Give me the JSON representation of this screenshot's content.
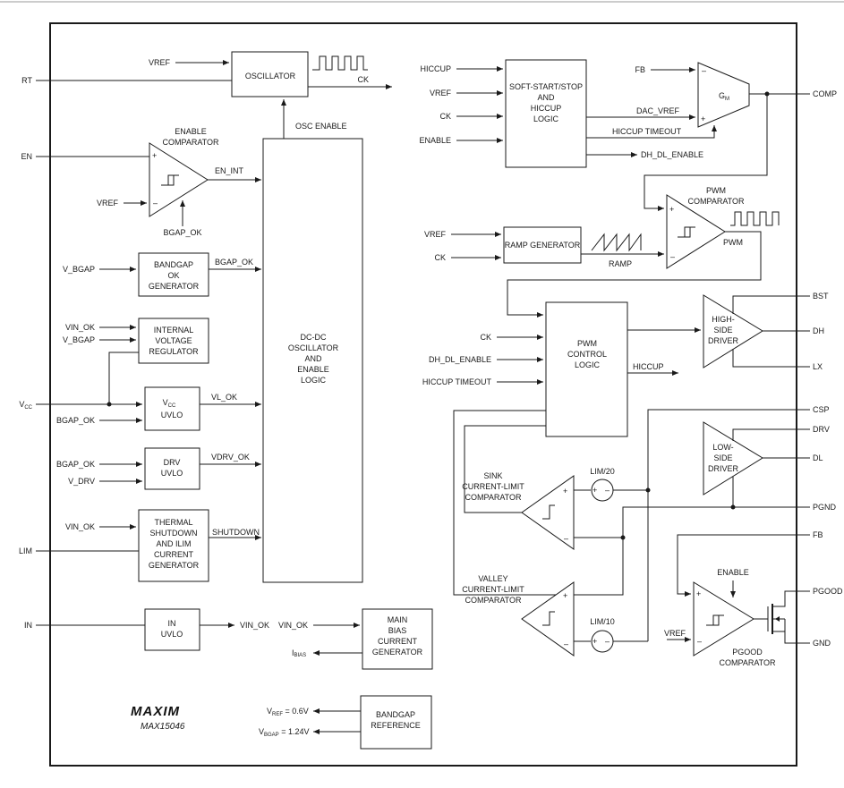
{
  "pins": {
    "left": {
      "rt": "RT",
      "en": "EN",
      "vcc": "V",
      "vcc_sub": "CC",
      "lim": "LIM",
      "in": "IN"
    },
    "right": {
      "comp": "COMP",
      "bst": "BST",
      "dh": "DH",
      "lx": "LX",
      "csp": "CSP",
      "drv": "DRV",
      "dl": "DL",
      "pgnd": "PGND",
      "fb": "FB",
      "pgood": "PGOOD",
      "gnd": "GND"
    }
  },
  "blocks": {
    "oscillator": [
      "OSCILLATOR"
    ],
    "bandgap_ok": [
      "BANDGAP",
      "OK",
      "GENERATOR"
    ],
    "internal_reg": [
      "INTERNAL",
      "VOLTAGE",
      "REGULATOR"
    ],
    "vcc_uvlo": [
      "V",
      "UVLO"
    ],
    "vcc_uvlo_sub": "CC",
    "drv_uvlo": [
      "DRV",
      "UVLO"
    ],
    "thermal": [
      "THERMAL",
      "SHUTDOWN",
      "AND ILIM",
      "CURRENT",
      "GENERATOR"
    ],
    "in_uvlo": [
      "IN",
      "UVLO"
    ],
    "dcdc": [
      "DC-DC",
      "OSCILLATOR",
      "AND",
      "ENABLE",
      "LOGIC"
    ],
    "main_bias": [
      "MAIN",
      "BIAS",
      "CURRENT",
      "GENERATOR"
    ],
    "bandgap_ref": [
      "BANDGAP",
      "REFERENCE"
    ],
    "softstart": [
      "SOFT-START/STOP",
      "AND",
      "HICCUP",
      "LOGIC"
    ],
    "ramp_gen": [
      "RAMP GENERATOR"
    ],
    "pwm_ctrl": [
      "PWM",
      "CONTROL",
      "LOGIC"
    ],
    "high_side": [
      "HIGH-",
      "SIDE",
      "DRIVER"
    ],
    "low_side": [
      "LOW-",
      "SIDE",
      "DRIVER"
    ]
  },
  "comparators": {
    "enable": [
      "ENABLE",
      "COMPARATOR"
    ],
    "pwm": [
      "PWM",
      "COMPARATOR"
    ],
    "sink": [
      "SINK",
      "CURRENT-LIMIT",
      "COMPARATOR"
    ],
    "valley": [
      "VALLEY",
      "CURRENT-LIMIT",
      "COMPARATOR"
    ],
    "pgood": [
      "PGOOD",
      "COMPARATOR"
    ],
    "gm": "G",
    "gm_sub": "M"
  },
  "signals": {
    "vref": "VREF",
    "ck": "CK",
    "osc_enable": "OSC ENABLE",
    "en_int": "EN_INT",
    "bgap_ok": "BGAP_OK",
    "v_bgap": "V_BGAP",
    "vin_ok": "VIN_OK",
    "vl_ok": "VL_OK",
    "vdrv_ok": "VDRV_OK",
    "v_drv": "V_DRV",
    "shutdown": "SHUTDOWN",
    "hiccup": "HICCUP",
    "enable": "ENABLE",
    "fb": "FB",
    "dac_vref": "DAC_VREF",
    "hiccup_timeout": "HICCUP TIMEOUT",
    "dh_dl_enable": "DH_DL_ENABLE",
    "ramp": "RAMP",
    "pwm": "PWM",
    "lim20": "LIM/20",
    "lim10": "LIM/10",
    "ibias": "I",
    "ibias_sub": "BIAS"
  },
  "references": {
    "vref_label": "V",
    "vref_sub": "REF",
    "vref_value": " = 0.6V",
    "vbgap_label": "V",
    "vbgap_sub": "BGAP",
    "vbgap_value": " = 1.24V"
  },
  "logo": "MAXIM",
  "part_number": "MAX15046"
}
